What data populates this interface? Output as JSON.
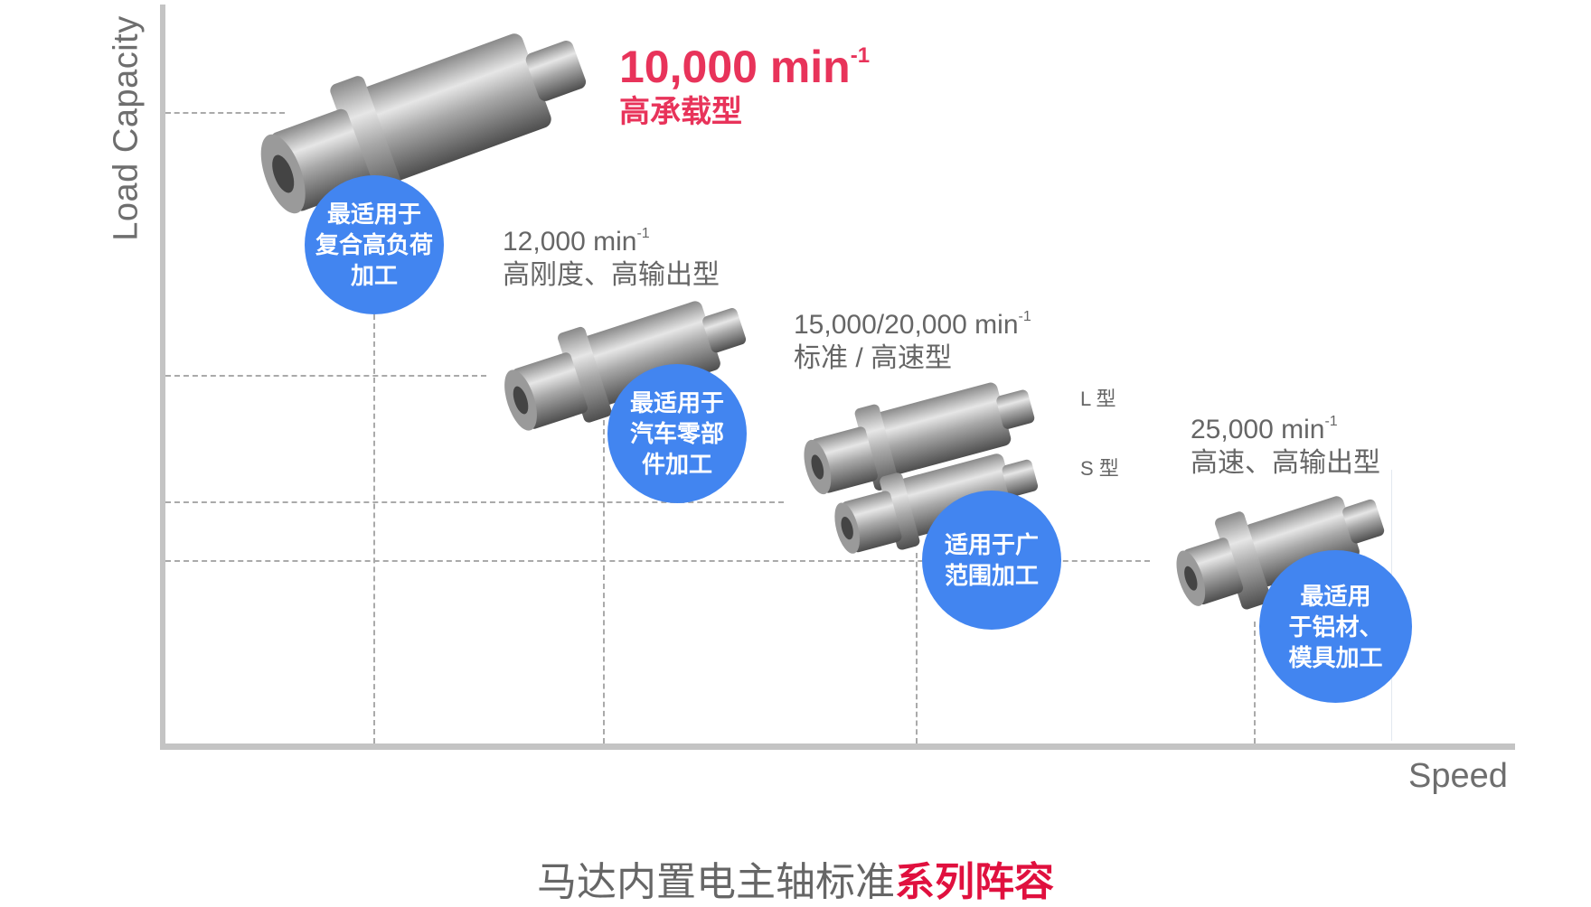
{
  "axes": {
    "y_label": "Load Capacity",
    "x_label": "Speed"
  },
  "colors": {
    "accent_red": "#e8335a",
    "title_red": "#e0103e",
    "badge_blue": "#4285f0",
    "axis_gray": "#c4c4c4",
    "text_gray": "#666666"
  },
  "models": [
    {
      "speed": "10,000 min",
      "exp": "-1",
      "type": "高承载型",
      "highlighted": true,
      "badge": "最适用于\n复合高负荷\n加工"
    },
    {
      "speed": "12,000 min",
      "exp": "-1",
      "type": "高刚度、高输出型",
      "badge": "最适用于\n汽车零部\n件加工"
    },
    {
      "speed": "15,000/20,000 min",
      "exp": "-1",
      "type": "标准 / 高速型",
      "variants": [
        "L 型",
        "S 型"
      ],
      "badge": "适用于广\n范围加工"
    },
    {
      "speed": "25,000 min",
      "exp": "-1",
      "type": "高速、高输出型",
      "badge": "最适用\n于铝材、\n模具加工"
    }
  ],
  "title": {
    "plain": "马达内置电主轴标准",
    "highlight": "系列阵容"
  },
  "chart_data": {
    "type": "scatter",
    "title": "马达内置电主轴标准系列阵容",
    "xlabel": "Speed",
    "ylabel": "Load Capacity",
    "unit": "min^-1",
    "categories": [
      "10,000",
      "12,000",
      "15,000/20,000",
      "25,000"
    ],
    "points": [
      {
        "speed": 10000,
        "load_rank": 4,
        "type": "高承载型",
        "use": "最适用于复合高负荷加工"
      },
      {
        "speed": 12000,
        "load_rank": 3,
        "type": "高刚度、高输出型",
        "use": "最适用于汽车零部件加工"
      },
      {
        "speed": "15000/20000",
        "load_rank": 2,
        "type": "标准 / 高速型",
        "variants": [
          "L 型",
          "S 型"
        ],
        "use": "适用于广范围加工"
      },
      {
        "speed": 25000,
        "load_rank": 1,
        "type": "高速、高输出型",
        "use": "最适用于铝材、模具加工"
      }
    ],
    "grid": "dashed guide lines to each point",
    "ticks": "none"
  }
}
